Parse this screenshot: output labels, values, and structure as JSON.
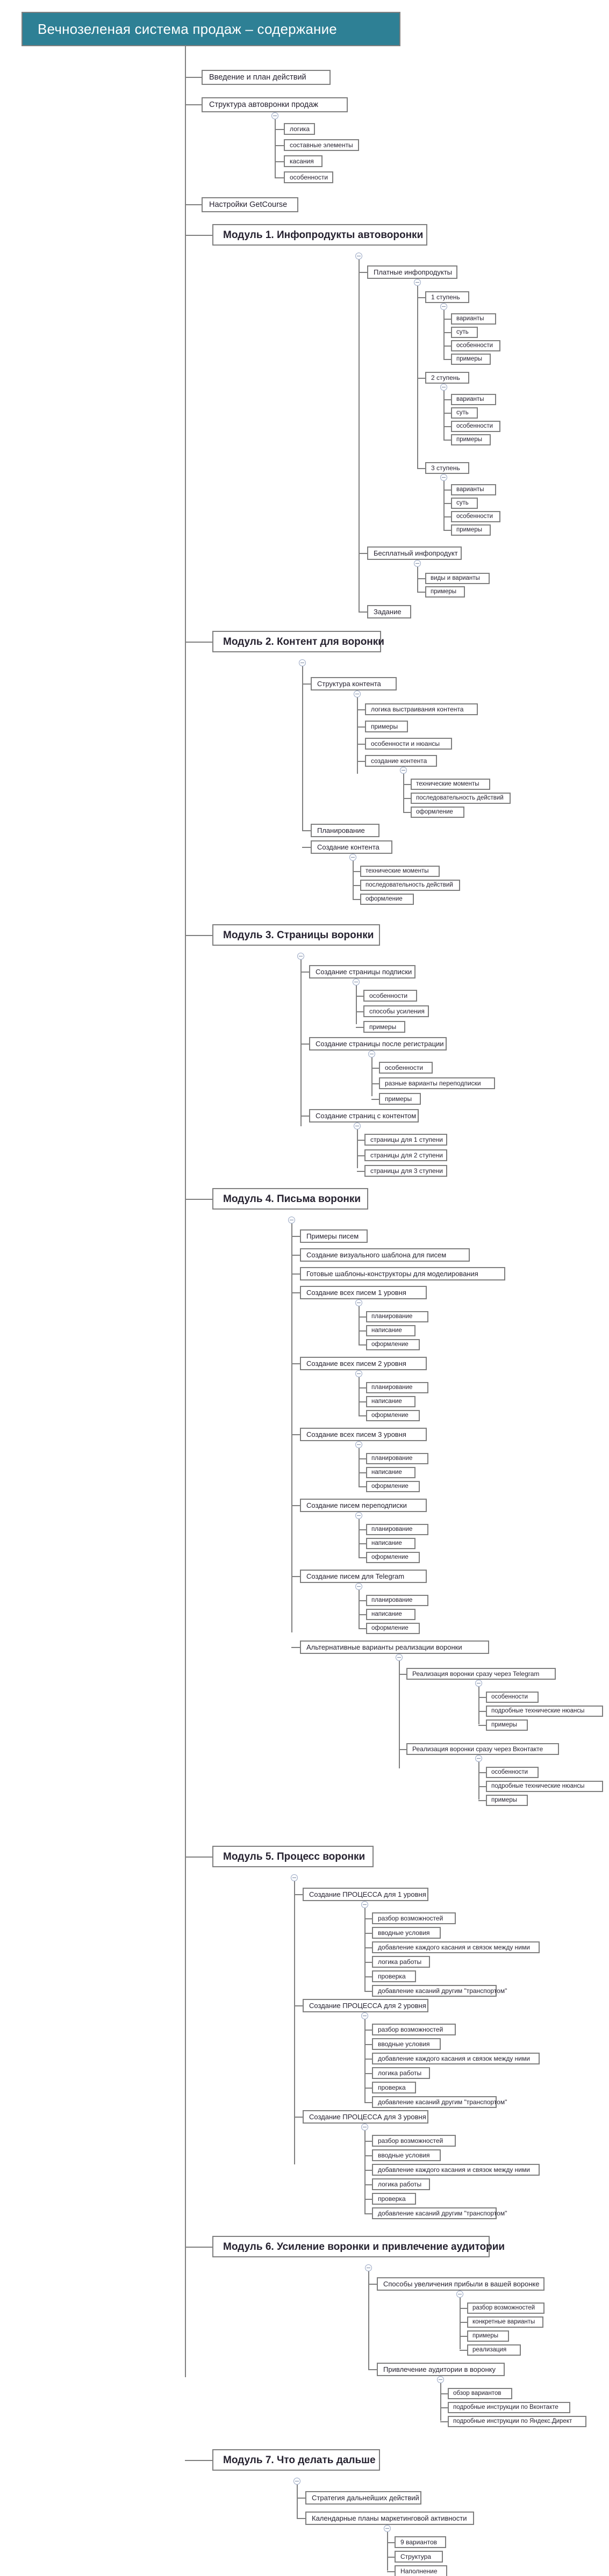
{
  "document": {
    "title": "Вечнозеленая система продаж – содержание",
    "type": "mindmap-outline",
    "accent_color": "#2e8095",
    "node_border_color": "#7f7f7f",
    "text_color": "#262230",
    "toggle_icon": "collapse-minus-icon"
  },
  "nodes": {
    "n_intro": "Введение и план действий",
    "n_struct": "Структура автовронки продаж",
    "n_struct_1": "логика",
    "n_struct_2": "составные элементы",
    "n_struct_3": "касания",
    "n_struct_4": "особенности",
    "n_getcourse": "Настройки GetCourse",
    "m1": "Модуль 1. Инфопродукты автоворонки",
    "m1_paid": "Платные инфопродукты",
    "m1_s1": "1 ступень",
    "m1_s1_a": "варианты",
    "m1_s1_b": "суть",
    "m1_s1_c": "особенности",
    "m1_s1_d": "примеры",
    "m1_s2": "2 ступень",
    "m1_s2_a": "варианты",
    "m1_s2_b": "суть",
    "m1_s2_c": "особенности",
    "m1_s2_d": "примеры",
    "m1_s3": "3 ступень",
    "m1_s3_a": "варианты",
    "m1_s3_b": "суть",
    "m1_s3_c": "особенности",
    "m1_s3_d": "примеры",
    "m1_free": "Бесплатный инфопродукт",
    "m1_free_a": "виды и варианты",
    "m1_free_b": "примеры",
    "m1_task": "Задание",
    "m2": "Модуль 2. Контент для воронки",
    "m2_struct": "Структура контента",
    "m2_struct_a": "логика выстраивания контента",
    "m2_struct_b": "примеры",
    "m2_struct_c": "особенности и нюансы",
    "m2_struct_d": "создание контента",
    "m2_struct_d1": "технические моменты",
    "m2_struct_d2": "последовательность действий",
    "m2_struct_d3": "оформление",
    "m2_plan": "Планирование",
    "m2_create": "Создание контента",
    "m2_create_a": "технические моменты",
    "m2_create_b": "последовательность действий",
    "m2_create_c": "оформление",
    "m3": "Модуль 3. Страницы воронки",
    "m3_sub": "Создание страницы подписки",
    "m3_sub_a": "особенности",
    "m3_sub_b": "способы усиления",
    "m3_sub_c": "примеры",
    "m3_reg": "Создание страницы после регистрации",
    "m3_reg_a": "особенности",
    "m3_reg_b": "разные варианты переподписки",
    "m3_reg_c": "примеры",
    "m3_cont": "Создание страниц с контентом",
    "m3_cont_a": "страницы для 1 ступени",
    "m3_cont_b": "страницы для 2 ступени",
    "m3_cont_c": "страницы для 3 ступени",
    "m4": "Модуль 4. Письма воронки",
    "m4_examples": "Примеры писем",
    "m4_visual": "Создание визуального шаблона для писем",
    "m4_ready": "Готовые шаблоны-конструкторы для моделирования",
    "m4_l1": "Создание всех писем 1 уровня",
    "m4_l1_a": "планирование",
    "m4_l1_b": "написание",
    "m4_l1_c": "оформление",
    "m4_l2": "Создание всех писем 2 уровня",
    "m4_l2_a": "планирование",
    "m4_l2_b": "написание",
    "m4_l2_c": "оформление",
    "m4_l3": "Создание всех писем 3 уровня",
    "m4_l3_a": "планирование",
    "m4_l3_b": "написание",
    "m4_l3_c": "оформление",
    "m4_resub": "Создание писем переподписки",
    "m4_resub_a": "планирование",
    "m4_resub_b": "написание",
    "m4_resub_c": "оформление",
    "m4_tg": "Создание писем для Telegram",
    "m4_tg_a": "планирование",
    "m4_tg_b": "написание",
    "m4_tg_c": "оформление",
    "m4_alt": "Альтернативные варианты реализации воронки",
    "m4_alt_tg": "Реализация воронки сразу через Telegram",
    "m4_alt_tg_a": "особенности",
    "m4_alt_tg_b": "подробные технические нюансы",
    "m4_alt_tg_c": "примеры",
    "m4_alt_vk": "Реализация воронки сразу через Вконтакте",
    "m4_alt_vk_a": "особенности",
    "m4_alt_vk_b": "подробные технические нюансы",
    "m4_alt_vk_c": "примеры",
    "m5": "Модуль 5. Процесс воронки",
    "m5_p1": "Создание ПРОЦЕССА для 1 уровня",
    "m5_p1_a": "разбор возможностей",
    "m5_p1_b": "вводные условия",
    "m5_p1_c": "добавление каждого касания и связок между ними",
    "m5_p1_d": "логика работы",
    "m5_p1_e": "проверка",
    "m5_p1_f": "добавление касаний другим \"транспортом\"",
    "m5_p2": "Создание ПРОЦЕССА для 2 уровня",
    "m5_p2_a": "разбор возможностей",
    "m5_p2_b": "вводные условия",
    "m5_p2_c": "добавление каждого касания и связок между ними",
    "m5_p2_d": "логика работы",
    "m5_p2_e": "проверка",
    "m5_p2_f": "добавление касаний другим \"транспортом\"",
    "m5_p3": "Создание ПРОЦЕССА для 3 уровня",
    "m5_p3_a": "разбор возможностей",
    "m5_p3_b": "вводные условия",
    "m5_p3_c": "добавление каждого касания и связок между ними",
    "m5_p3_d": "логика работы",
    "m5_p3_e": "проверка",
    "m5_p3_f": "добавление касаний другим \"транспортом\"",
    "m6": "Модуль 6. Усиление воронки и привлечение аудитории",
    "m6_profit": "Способы увеличения прибыли в вашей воронке",
    "m6_profit_a": "разбор возможностей",
    "m6_profit_b": "конкретные варианты",
    "m6_profit_c": "примеры",
    "m6_profit_d": "реализация",
    "m6_attract": "Привлечение аудитории в воронку",
    "m6_attract_a": "обзор вариантов",
    "m6_attract_b": "подробные инструкции по Вконтакте",
    "m6_attract_c": "подробные инструкции по Яндекс.Директ",
    "m7": "Модуль 7. Что делать дальше",
    "m7_strategy": "Стратегия дальнейших действий",
    "m7_calendar": "Календарные планы маркетинговой активности",
    "m7_calendar_a": "9 вариантов",
    "m7_calendar_b": "Структура",
    "m7_calendar_c": "Наполнение"
  }
}
